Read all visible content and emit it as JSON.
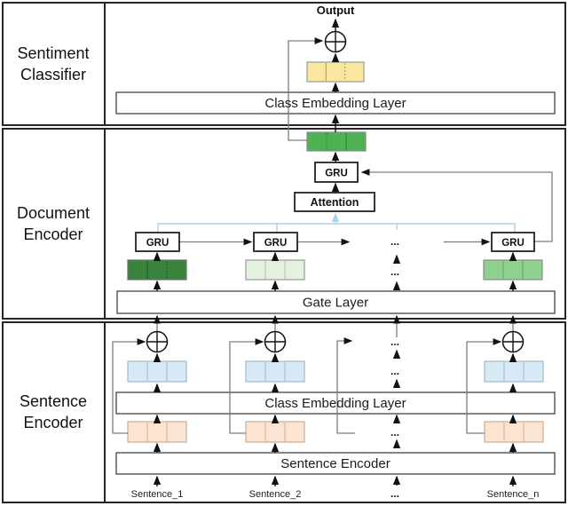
{
  "sections": {
    "classifier": {
      "line1": "Sentiment",
      "line2": "Classifier"
    },
    "document": {
      "line1": "Document",
      "line2": "Encoder"
    },
    "sentence": {
      "line1": "Sentence",
      "line2": "Encoder"
    }
  },
  "classifier": {
    "output_label": "Output",
    "class_embedding_label": "Class Embedding Layer"
  },
  "document": {
    "gru_label": "GRU",
    "attention_label": "Attention",
    "gate_label": "Gate Layer",
    "ellipsis": "..."
  },
  "sentence": {
    "class_embedding_label": "Class Embedding Layer",
    "encoder_label": "Sentence Encoder",
    "ellipsis": "...",
    "inputs": {
      "s1": "Sentence_1",
      "s2": "Sentence_2",
      "dots": "...",
      "sn": "Sentence_n"
    }
  },
  "icons": {
    "adder": "plus-circle-icon"
  },
  "colors": {
    "class_vector_yellow": "#f9e79f",
    "document_vector_green": "#4eb153",
    "sentence1_vector_dark_green": "#38843c",
    "sentence2_vector_pale_green": "#e4f1df",
    "sentencen_vector_mid_green": "#8fd08f",
    "class_embed_vector_blue": "#d7e9f5",
    "sentence_vector_orange": "#fbe5d2",
    "attention_fan_blue": "#a8d2ee",
    "connector_gray": "#7d7d7d"
  }
}
